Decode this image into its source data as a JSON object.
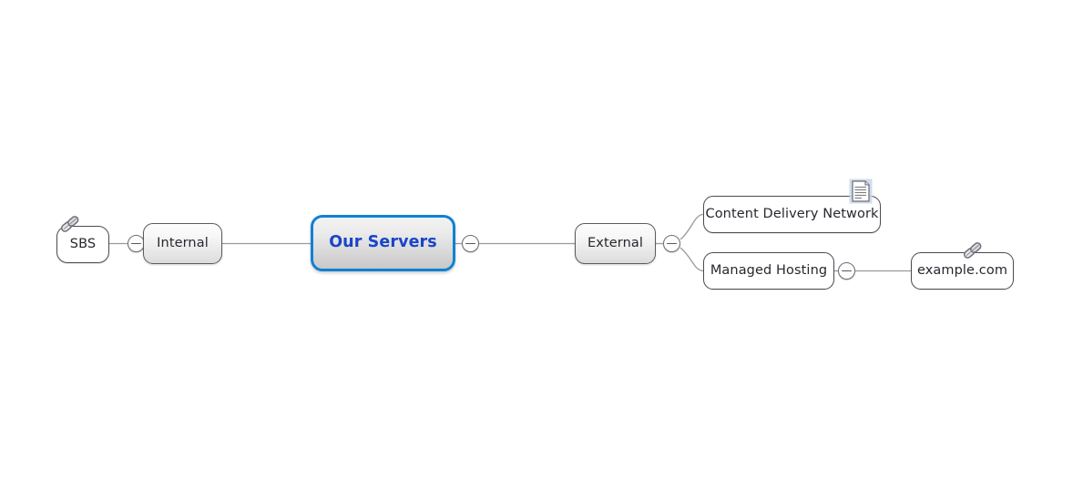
{
  "diagram": {
    "type": "mind-map",
    "title": "Our Servers",
    "background_color": "#ffffff",
    "root_accent_color": "#1081d2",
    "root_text_color": "#1a44c8",
    "node_text_color": "#27272f",
    "edge_color": "#9a9a9f"
  },
  "nodes": {
    "sbs": {
      "label": "SBS",
      "style": "plain",
      "icon": "link-icon"
    },
    "internal": {
      "label": "Internal",
      "style": "grey",
      "icon": "none"
    },
    "root": {
      "label": "Our Servers",
      "style": "root",
      "icon": "none"
    },
    "external": {
      "label": "External",
      "style": "grey",
      "icon": "none"
    },
    "cdn": {
      "label": "Content Delivery Network",
      "style": "plain",
      "icon": "note-icon"
    },
    "managed": {
      "label": "Managed Hosting",
      "style": "plain",
      "icon": "none"
    },
    "example": {
      "label": "example.com",
      "style": "plain",
      "icon": "link-icon"
    }
  },
  "collapsers": {
    "sbs_to_internal": {
      "state": "expanded",
      "symbol": "minus"
    },
    "root_right": {
      "state": "expanded",
      "symbol": "minus"
    },
    "external_children": {
      "state": "expanded",
      "symbol": "minus"
    },
    "managed_to_example": {
      "state": "expanded",
      "symbol": "minus"
    }
  },
  "edges": [
    {
      "from": "sbs",
      "to": "internal"
    },
    {
      "from": "internal",
      "to": "root"
    },
    {
      "from": "root",
      "to": "external"
    },
    {
      "from": "external",
      "to": "cdn"
    },
    {
      "from": "external",
      "to": "managed"
    },
    {
      "from": "managed",
      "to": "example"
    }
  ]
}
